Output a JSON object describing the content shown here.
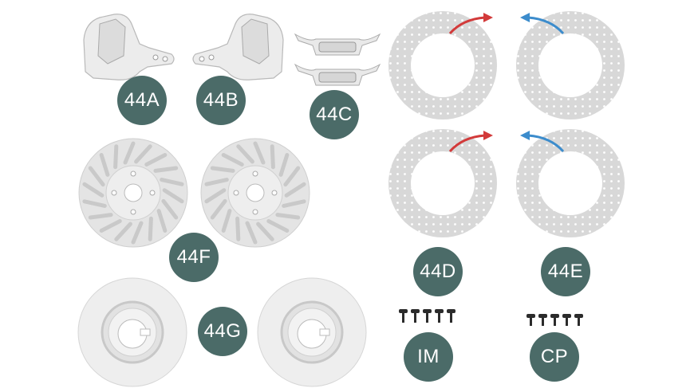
{
  "labels": {
    "a": "44A",
    "b": "44B",
    "c": "44C",
    "d": "44D",
    "e": "44E",
    "f": "44F",
    "g": "44G",
    "im": "IM",
    "cp": "CP"
  },
  "colors": {
    "badge": "#4b6b68",
    "arrow_red": "#d23a3a",
    "arrow_blue": "#3c8ccc",
    "disc": "#dcdcdc",
    "part": "#e6e6e6"
  }
}
